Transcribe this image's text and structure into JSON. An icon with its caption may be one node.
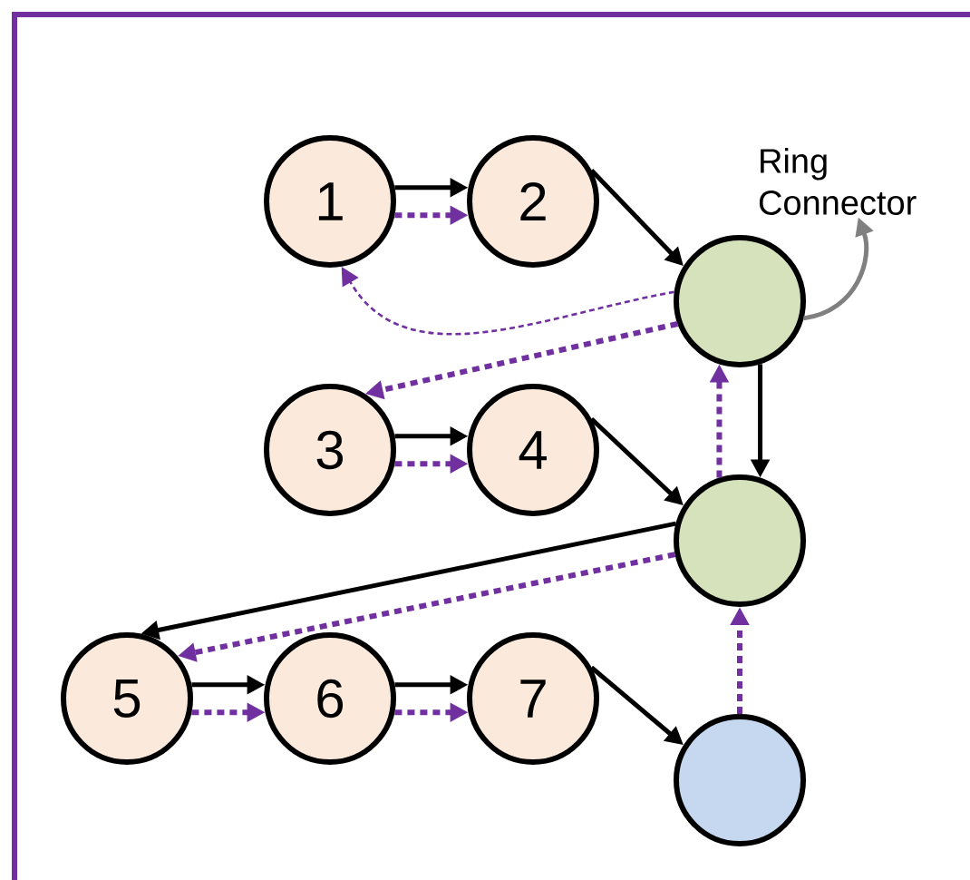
{
  "diagram": {
    "nodes": [
      {
        "text": [
          "1"
        ]
      },
      {
        "text": [
          "2"
        ]
      },
      {
        "text": [],
        "shape": "circle"
      },
      {
        "text": [
          "3"
        ]
      },
      {
        "text": [
          "4"
        ]
      },
      {
        "text": [],
        "shape": "circle"
      },
      {
        "text": [
          "5"
        ]
      },
      {
        "text": [
          "6"
        ]
      },
      {
        "text": [
          "7"
        ]
      },
      {
        "text": [],
        "shape": "circle"
      },
      {
        "text": [
          "Ring Connector"
        ]
      }
    ],
    "edges": [
      {
        "from": 0,
        "to": 1,
        "arrow": "to"
      },
      {
        "from": 0,
        "to": 1,
        "arrow": "to",
        "style": "dashed",
        "color": "#7030a0"
      },
      {
        "from": 1,
        "to": 2,
        "arrow": "to"
      },
      {
        "from": 2,
        "to": 0,
        "arrow": "to",
        "style": "dashed",
        "color": "#7030a0"
      },
      {
        "from": 2,
        "to": 3,
        "arrow": "to",
        "style": "dashed",
        "color": "#7030a0"
      },
      {
        "from": 2,
        "to": 5,
        "arrow": "to"
      },
      {
        "from": 3,
        "to": 4,
        "arrow": "to"
      },
      {
        "from": 3,
        "to": 4,
        "arrow": "to",
        "style": "dashed",
        "color": "#7030a0"
      },
      {
        "from": 4,
        "to": 5,
        "arrow": "to"
      },
      {
        "from": 5,
        "to": 2,
        "arrow": "to",
        "style": "dashed",
        "color": "#7030a0"
      },
      {
        "from": 5,
        "to": 6,
        "arrow": "to"
      },
      {
        "from": 5,
        "to": 6,
        "arrow": "to",
        "style": "dashed",
        "color": "#7030a0"
      },
      {
        "from": 6,
        "to": 7,
        "arrow": "to"
      },
      {
        "from": 6,
        "to": 7,
        "arrow": "to",
        "style": "dashed",
        "color": "#7030a0"
      },
      {
        "from": 7,
        "to": 8,
        "arrow": "to"
      },
      {
        "from": 7,
        "to": 8,
        "arrow": "to",
        "style": "dashed",
        "color": "#7030a0"
      },
      {
        "from": 8,
        "to": 9,
        "arrow": "to"
      },
      {
        "from": 9,
        "to": 5,
        "arrow": "to",
        "style": "dashed",
        "color": "#7030a0"
      },
      {
        "from": 2,
        "to": 10,
        "arrow": "to",
        "color": "#808080"
      }
    ]
  }
}
